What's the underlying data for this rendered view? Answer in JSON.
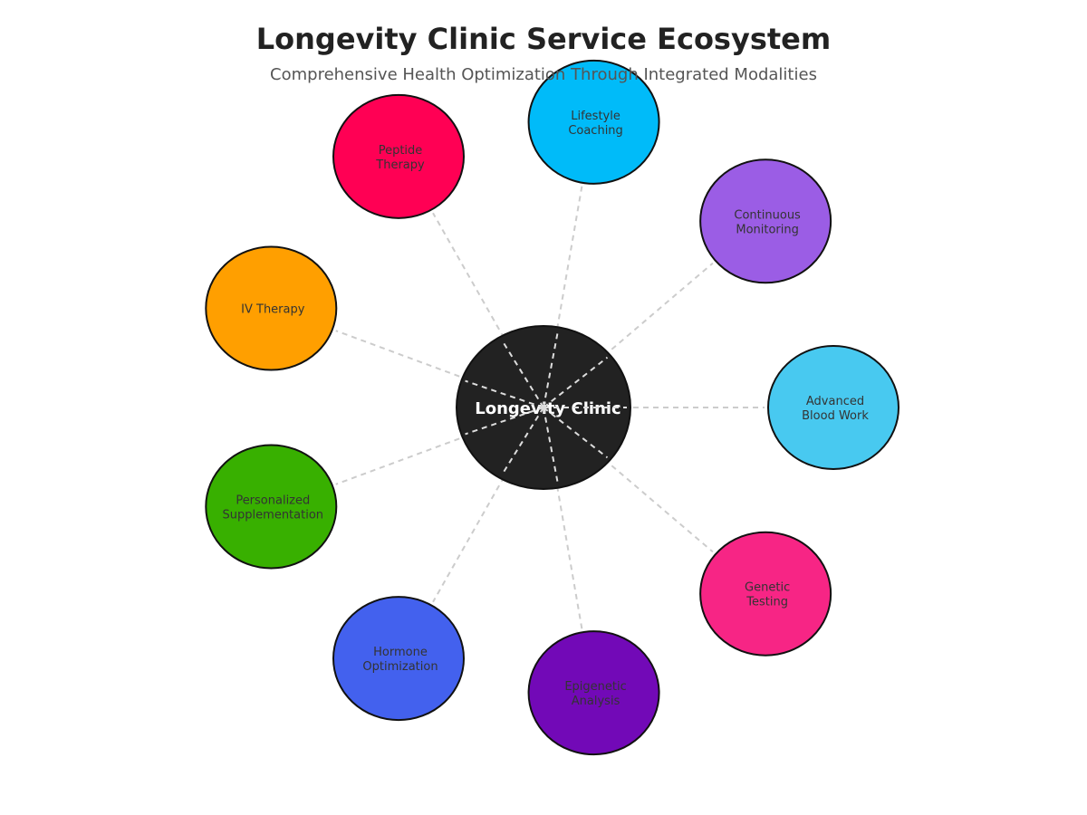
{
  "title": "Longevity Clinic Service Ecosystem",
  "subtitle": "Comprehensive Health Optimization Through Integrated Modalities",
  "hub": {
    "label": "Longevity Clinic",
    "color": "#222222"
  },
  "services": [
    {
      "id": "lifestyle-coaching",
      "lines": [
        "Lifestyle",
        "Coaching"
      ],
      "color": "#00BBF9"
    },
    {
      "id": "continuous-monitoring",
      "lines": [
        "Continuous",
        "Monitoring"
      ],
      "color": "#9B5DE5"
    },
    {
      "id": "advanced-blood-work",
      "lines": [
        "Advanced",
        "Blood Work"
      ],
      "color": "#48C9F0"
    },
    {
      "id": "genetic-testing",
      "lines": [
        "Genetic",
        "Testing"
      ],
      "color": "#F72585"
    },
    {
      "id": "epigenetic-analysis",
      "lines": [
        "Epigenetic",
        "Analysis"
      ],
      "color": "#7209B7"
    },
    {
      "id": "hormone-optimization",
      "lines": [
        "Hormone",
        "Optimization"
      ],
      "color": "#4361EE"
    },
    {
      "id": "personalized-supplementation",
      "lines": [
        "Personalized",
        "Supplementation"
      ],
      "color": "#38B000"
    },
    {
      "id": "iv-therapy",
      "lines": [
        "IV Therapy"
      ],
      "color": "#FF9F00"
    },
    {
      "id": "peptide-therapy",
      "lines": [
        "Peptide",
        "Therapy"
      ],
      "color": "#FF0054"
    }
  ],
  "connector_color": "#cccccc"
}
